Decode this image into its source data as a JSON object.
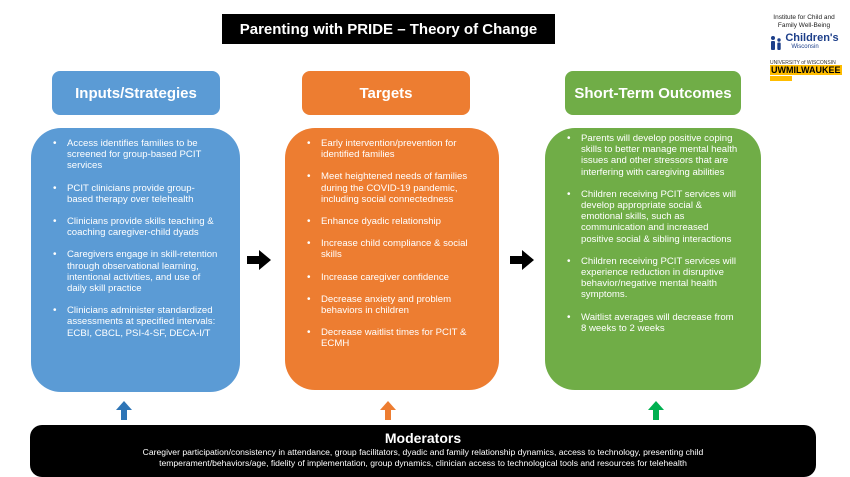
{
  "title": "Parenting with PRIDE – Theory of Change",
  "logo": {
    "institute": "Institute for Child and Family Well-Being",
    "childrens": "Children's",
    "wisconsin": "Wisconsin",
    "uwm_top": "UNIVERSITY of WISCONSIN",
    "uwm": "UWMILWAUKEE"
  },
  "columns": [
    {
      "header": "Inputs/Strategies",
      "items": [
        "Access identifies families to be screened for group-based PCIT services",
        "PCIT clinicians provide group-based therapy over telehealth",
        "Clinicians provide skills teaching & coaching caregiver-child dyads",
        "Caregivers engage in skill-retention through observational learning, intentional activities, and use of daily skill practice",
        "Clinicians administer standardized assessments at specified intervals: ECBI, CBCL, PSI-4-SF, DECA-I/T"
      ]
    },
    {
      "header": "Targets",
      "items": [
        "Early intervention/prevention for identified families",
        "Meet heightened needs of families during the COVID-19 pandemic, including social connectedness",
        "Enhance dyadic relationship",
        "Increase child compliance & social skills",
        "Increase caregiver confidence",
        "Decrease anxiety and problem behaviors in children",
        "Decrease waitlist times for PCIT & ECMH"
      ]
    },
    {
      "header": "Short-Term Outcomes",
      "items": [
        "Parents will develop positive coping skills to better manage mental health issues and other stressors that are interfering with caregiving abilities",
        "Children receiving PCIT services will develop appropriate social & emotional skills, such as communication and increased positive social & sibling interactions",
        "Children receiving PCIT services will experience reduction in disruptive behavior/negative mental health symptoms.",
        "Waitlist averages will decrease from 8 weeks to 2 weeks"
      ]
    }
  ],
  "moderators": {
    "title": "Moderators",
    "text": "Caregiver participation/consistency in attendance, group facilitators, dyadic and family relationship dynamics, access to technology, presenting child temperament/behaviors/age, fidelity of implementation, group dynamics, clinician access to technological tools and resources for telehealth"
  },
  "colors": {
    "blue": "#5b9bd5",
    "orange": "#ed7d31",
    "green": "#70ad47"
  }
}
